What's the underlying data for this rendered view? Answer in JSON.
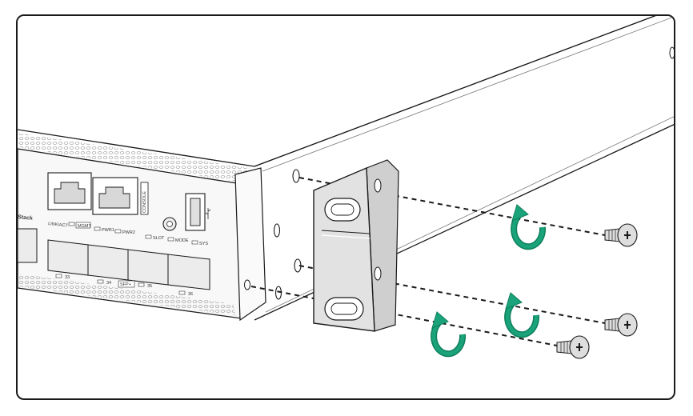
{
  "colors": {
    "outline": "#1a1a1a",
    "chassis": "#ffffff",
    "panel": "#f4f4f4",
    "bracket": "#e2e2e2",
    "screw": "#dedede",
    "arrow": "#1aa37a",
    "arrow_dark": "#0d7f5c"
  },
  "icons": [
    "screw-icon",
    "rotate-arrow-icon",
    "usb-icon",
    "rj45-port-icon"
  ],
  "panel": {
    "brand_text": "Stack",
    "port_labels": {
      "link_act": "LINK/ACT",
      "mgmt": "MGMT",
      "pwr1": "PWR1",
      "pwr2": "PWR2",
      "slot": "SLOT",
      "mode": "MODE",
      "sys": "SYS",
      "console": "CONSOLE",
      "p33": "33",
      "p34": "34",
      "sfp": "SFP+",
      "p35": "35",
      "p36": "36"
    }
  }
}
